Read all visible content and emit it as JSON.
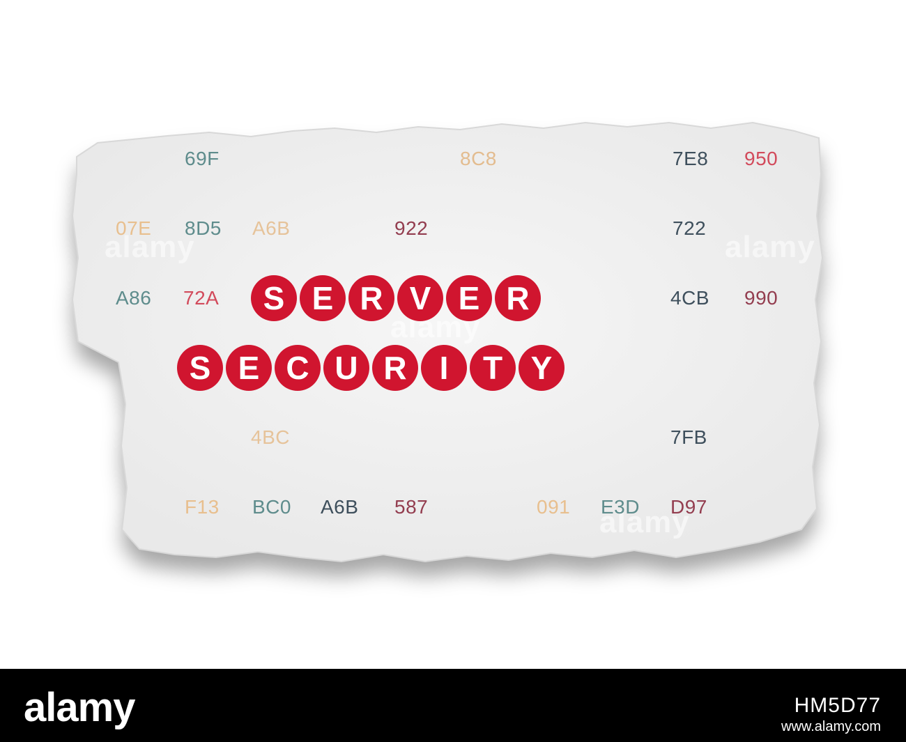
{
  "headline": {
    "words": [
      [
        "S",
        "E",
        "R",
        "V",
        "E",
        "R"
      ],
      [
        "S",
        "E",
        "C",
        "U",
        "R",
        "I",
        "T",
        "Y"
      ]
    ],
    "circle_color": "#d0152f",
    "letter_color": "#ffffff"
  },
  "hex_codes": [
    {
      "text": "69F",
      "color": "#5e8c8c"
    },
    {
      "text": "8C8",
      "color": "#e3bc8f"
    },
    {
      "text": "7E8",
      "color": "#3e4f5c"
    },
    {
      "text": "950",
      "color": "#d24a5b"
    },
    {
      "text": "07E",
      "color": "#e8bf8e"
    },
    {
      "text": "8D5",
      "color": "#5e8c8c"
    },
    {
      "text": "A6B",
      "color": "#e6c39a"
    },
    {
      "text": "922",
      "color": "#933d4f"
    },
    {
      "text": "722",
      "color": "#3e4f5c"
    },
    {
      "text": "A86",
      "color": "#5e8c8c"
    },
    {
      "text": "72A",
      "color": "#d24a5b"
    },
    {
      "text": "4CB",
      "color": "#3e4f5c"
    },
    {
      "text": "990",
      "color": "#933d4f"
    },
    {
      "text": "4BC",
      "color": "#e6c39a"
    },
    {
      "text": "7FB",
      "color": "#3e4f5c"
    },
    {
      "text": "F13",
      "color": "#e8bf8e"
    },
    {
      "text": "BC0",
      "color": "#5e8c8c"
    },
    {
      "text": "A6B",
      "color": "#3e4f5c"
    },
    {
      "text": "587",
      "color": "#933d4f"
    },
    {
      "text": "091",
      "color": "#e8bf8e"
    },
    {
      "text": "E3D",
      "color": "#5e8c8c"
    },
    {
      "text": "D97",
      "color": "#933d4f"
    }
  ],
  "watermark_text": "alamy",
  "footer": {
    "logo": "alamy",
    "image_code": "HM5D77",
    "url": "www.alamy.com"
  },
  "colors": {
    "paper": "#f1f1f1",
    "background": "#ffffff",
    "footer": "#000000"
  }
}
